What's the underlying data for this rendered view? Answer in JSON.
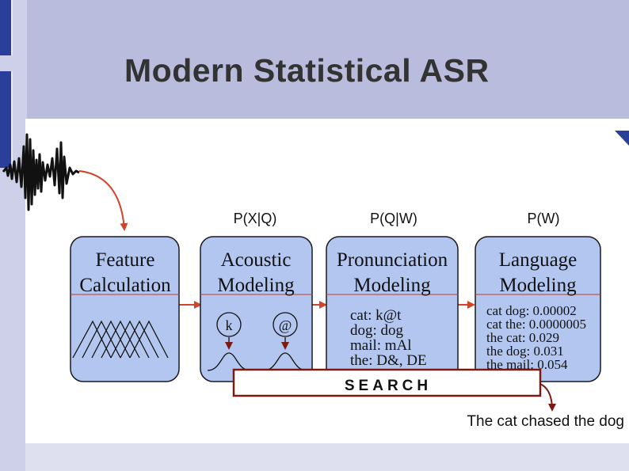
{
  "slide": {
    "title": "Modern Statistical ASR",
    "colors": {
      "background": "#b9bcdc",
      "box_fill": "#b3c6f0",
      "arrow": "#d1432a",
      "search_box": "#7a1a12"
    }
  },
  "diagram": {
    "probabilities": {
      "acoustic": "P(X|Q)",
      "pronunciation": "P(Q|W)",
      "language": "P(W)"
    },
    "boxes": {
      "feature": {
        "line1": "Feature",
        "line2": "Calculation"
      },
      "acoustic": {
        "line1": "Acoustic",
        "line2": "Modeling",
        "phone1": "k",
        "phone2": "@"
      },
      "pronunciation": {
        "line1": "Pronunciation",
        "line2": "Modeling",
        "entries": [
          "cat: k@t",
          "dog: dog",
          "mail: mAl",
          "the: D&, DE"
        ]
      },
      "language": {
        "line1": "Language",
        "line2": "Modeling",
        "entries": [
          "cat dog: 0.00002",
          "cat the: 0.0000005",
          "the cat: 0.029",
          "the dog: 0.031",
          "the mail: 0.054"
        ]
      }
    },
    "search_label": "SEARCH",
    "output_text": "The cat chased the dog"
  }
}
